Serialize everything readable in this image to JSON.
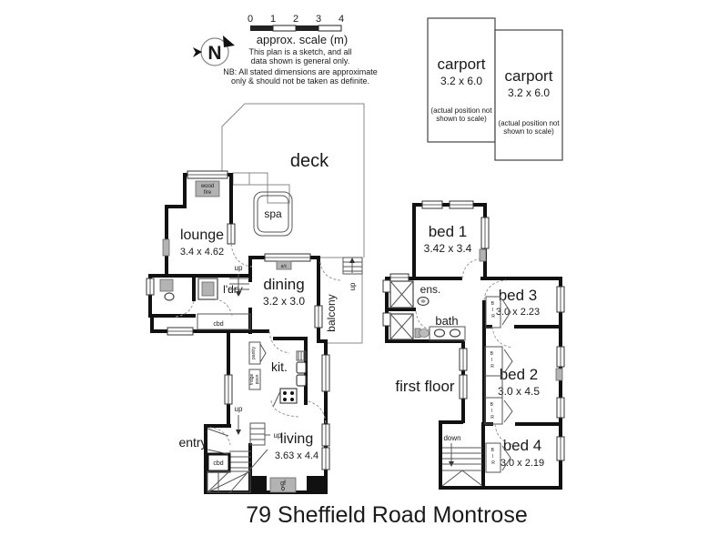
{
  "title": "79 Sheffield Road Montrose",
  "compass": {
    "letter": "N"
  },
  "scale_bar": {
    "ticks": [
      "0",
      "1",
      "2",
      "3",
      "4"
    ],
    "caption": "approx. scale (m)",
    "sketch_note": [
      "This plan is a sketch, and all",
      "data shown is general only."
    ],
    "nb_note": [
      "NB: All stated dimensions are approximate",
      "only & should not be taken as definite."
    ]
  },
  "carports": [
    {
      "label": "carport",
      "dims": "3.2 x 6.0",
      "note": [
        "(actual position not",
        "shown to scale)"
      ]
    },
    {
      "label": "carport",
      "dims": "3.2 x 6.0",
      "note": [
        "(actual position not",
        "shown to scale)"
      ]
    }
  ],
  "ground_floor": {
    "deck": "deck",
    "spa": "spa",
    "lounge": "lounge",
    "lounge_dims": "3.4 x 4.62",
    "wood_fire": [
      "wood",
      "fire"
    ],
    "ldry": "l'dry",
    "cbd": "cbd",
    "cbd2": "cbd",
    "dining": "dining",
    "dining_dims": "3.2 x 3.0",
    "ac": "a/c",
    "balcony": "balcony",
    "kit": "kit.",
    "pantry": "pantry",
    "fridge": [
      "fridge",
      "posn"
    ],
    "living": "living",
    "living_dims": "3.63 x 4.4",
    "entry": "entry",
    "gf": "gf",
    "up": "up"
  },
  "first_floor": {
    "label": "first floor",
    "bed1": "bed 1",
    "bed1_dims": "3.42 x 3.4",
    "bed2": "bed 2",
    "bed2_dims": "3.0 x 4.5",
    "bed3": "bed 3",
    "bed3_dims": "3.0 x 2.23",
    "bed4": "bed 4",
    "bed4_dims": "3.0 x 2.19",
    "ens": "ens.",
    "bath": "bath",
    "down": "down",
    "bir": [
      "B",
      "I",
      "R"
    ]
  }
}
